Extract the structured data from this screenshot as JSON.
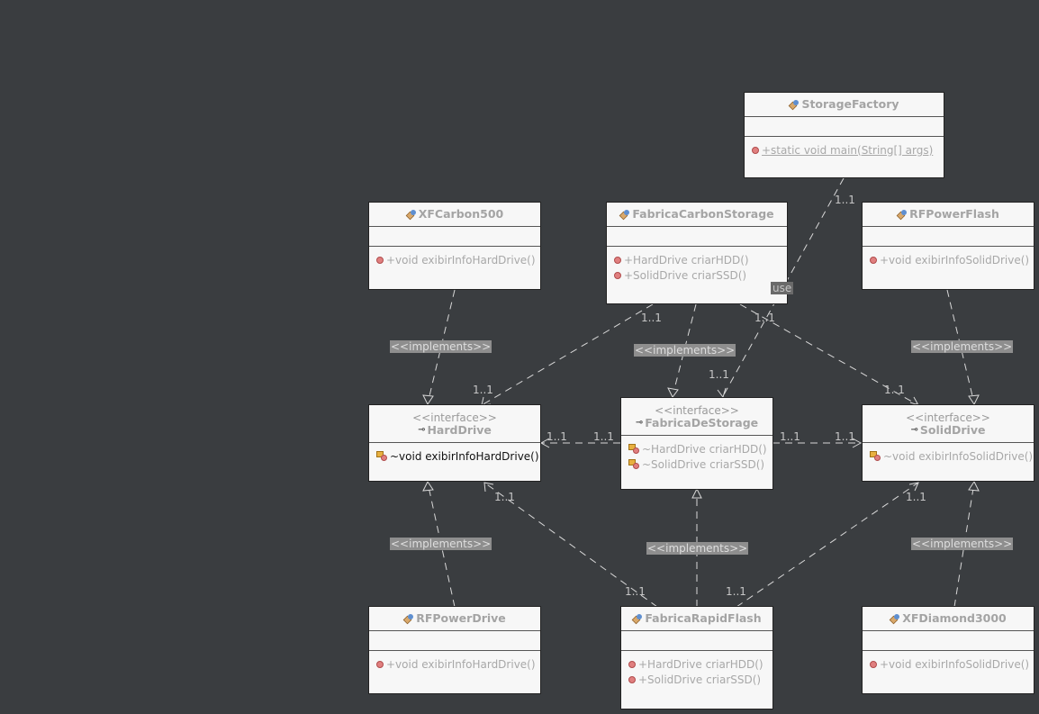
{
  "classes": {
    "storage_factory": {
      "name": "StorageFactory",
      "op1": "+static void main(String[] args)"
    },
    "xf_carbon500": {
      "name": "XFCarbon500",
      "op1": "+void exibirInfoHardDrive()"
    },
    "fabrica_carbon_storage": {
      "name": "FabricaCarbonStorage",
      "op1": "+HardDrive criarHDD()",
      "op2": "+SolidDrive criarSSD()"
    },
    "rf_power_flash": {
      "name": "RFPowerFlash",
      "op1": "+void exibirInfoSolidDrive()"
    },
    "hard_drive": {
      "stereotype": "<<interface>>",
      "name": "HardDrive",
      "op1": "~void exibirInfoHardDrive()"
    },
    "fabrica_de_storage": {
      "stereotype": "<<interface>>",
      "name": "FabricaDeStorage",
      "op1": "~HardDrive criarHDD()",
      "op2": "~SolidDrive criarSSD()"
    },
    "solid_drive": {
      "stereotype": "<<interface>>",
      "name": "SolidDrive",
      "op1": "~void exibirInfoSolidDrive()"
    },
    "rf_power_drive": {
      "name": "RFPowerDrive",
      "op1": "+void exibirInfoHardDrive()"
    },
    "fabrica_rapid_flash": {
      "name": "FabricaRapidFlash",
      "op1": "+HardDrive criarHDD()",
      "op2": "+SolidDrive criarSSD()"
    },
    "xf_diamond3000": {
      "name": "XFDiamond3000",
      "op1": "+void exibirInfoSolidDrive()"
    }
  },
  "labels": {
    "implements": "<<implements>>",
    "use": "use",
    "multiplicity": "1..1"
  }
}
